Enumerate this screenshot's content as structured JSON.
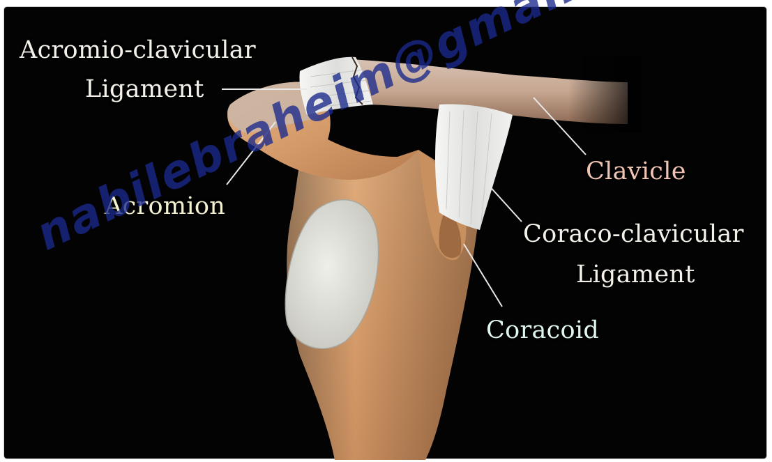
{
  "labels": {
    "acromio_clavicular_line1": "Acromio-clavicular",
    "acromio_clavicular_line2": "Ligament",
    "acromion": "Acromion",
    "clavicle": "Clavicle",
    "coraco_clavicular_line1": "Coraco-clavicular",
    "coraco_clavicular_line2": "Ligament",
    "coracoid": "Coracoid"
  },
  "watermark": "nabilebraheim@gmail.com",
  "colors": {
    "background": "#030303",
    "label_white": "#f4f1ea",
    "label_acromion": "#f3f1cf",
    "label_clavicle": "#f1c5b3",
    "label_coracoid": "#dff5ef",
    "watermark": "#1b2a8c",
    "bone": "#d9a577",
    "ligament": "#ececec"
  }
}
